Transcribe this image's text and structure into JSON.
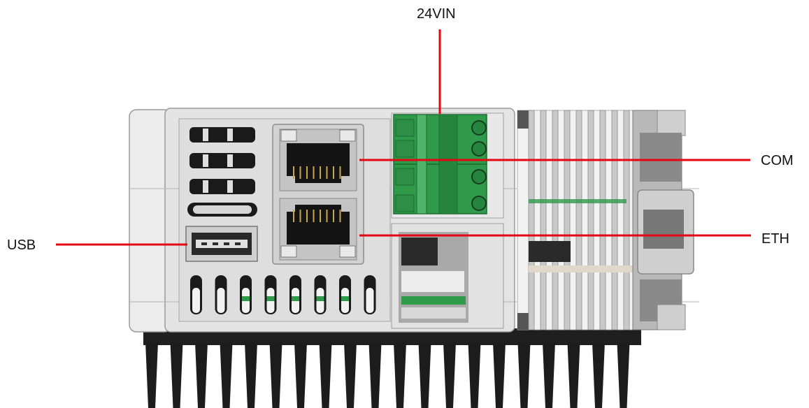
{
  "labels": {
    "power": "24VIN",
    "com": "COM",
    "eth": "ETH",
    "usb": "USB"
  },
  "colors": {
    "callout_line": "#e30613",
    "terminal_green": "#2f9a4a",
    "housing": "#e6e6e6",
    "heatsink": "#1c1c1c"
  }
}
